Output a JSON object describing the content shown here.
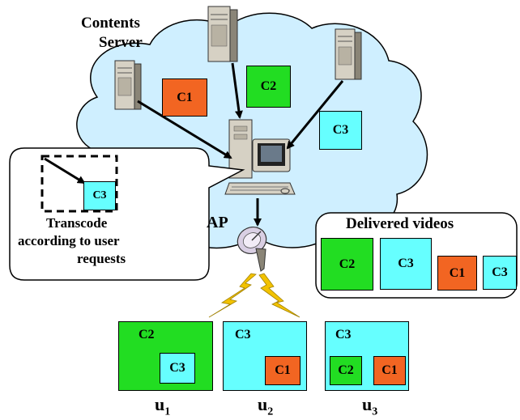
{
  "server_label_line1": "Contents",
  "server_label_line2": "Server",
  "ap_label": "AP",
  "callout": {
    "text_line1": "Transcode",
    "text_line2": "according to user",
    "text_line3": "requests",
    "content_tag": "C3"
  },
  "cloud_contents": [
    "C1",
    "C2",
    "C3"
  ],
  "delivered": {
    "title": "Delivered videos",
    "items": [
      "C2",
      "C3",
      "C1",
      "C3"
    ]
  },
  "users": [
    {
      "label": "u",
      "sub": "1",
      "main_tag": "C2",
      "inner": [
        "C3"
      ]
    },
    {
      "label": "u",
      "sub": "2",
      "main_tag": "C3",
      "inner": [
        "C1"
      ]
    },
    {
      "label": "u",
      "sub": "3",
      "main_tag": "C3",
      "inner": [
        "C2",
        "C1"
      ]
    }
  ],
  "colors": {
    "c1": "#f26522",
    "c2": "#22dd22",
    "c3": "#66ffff",
    "cloud": "#cfefff"
  }
}
